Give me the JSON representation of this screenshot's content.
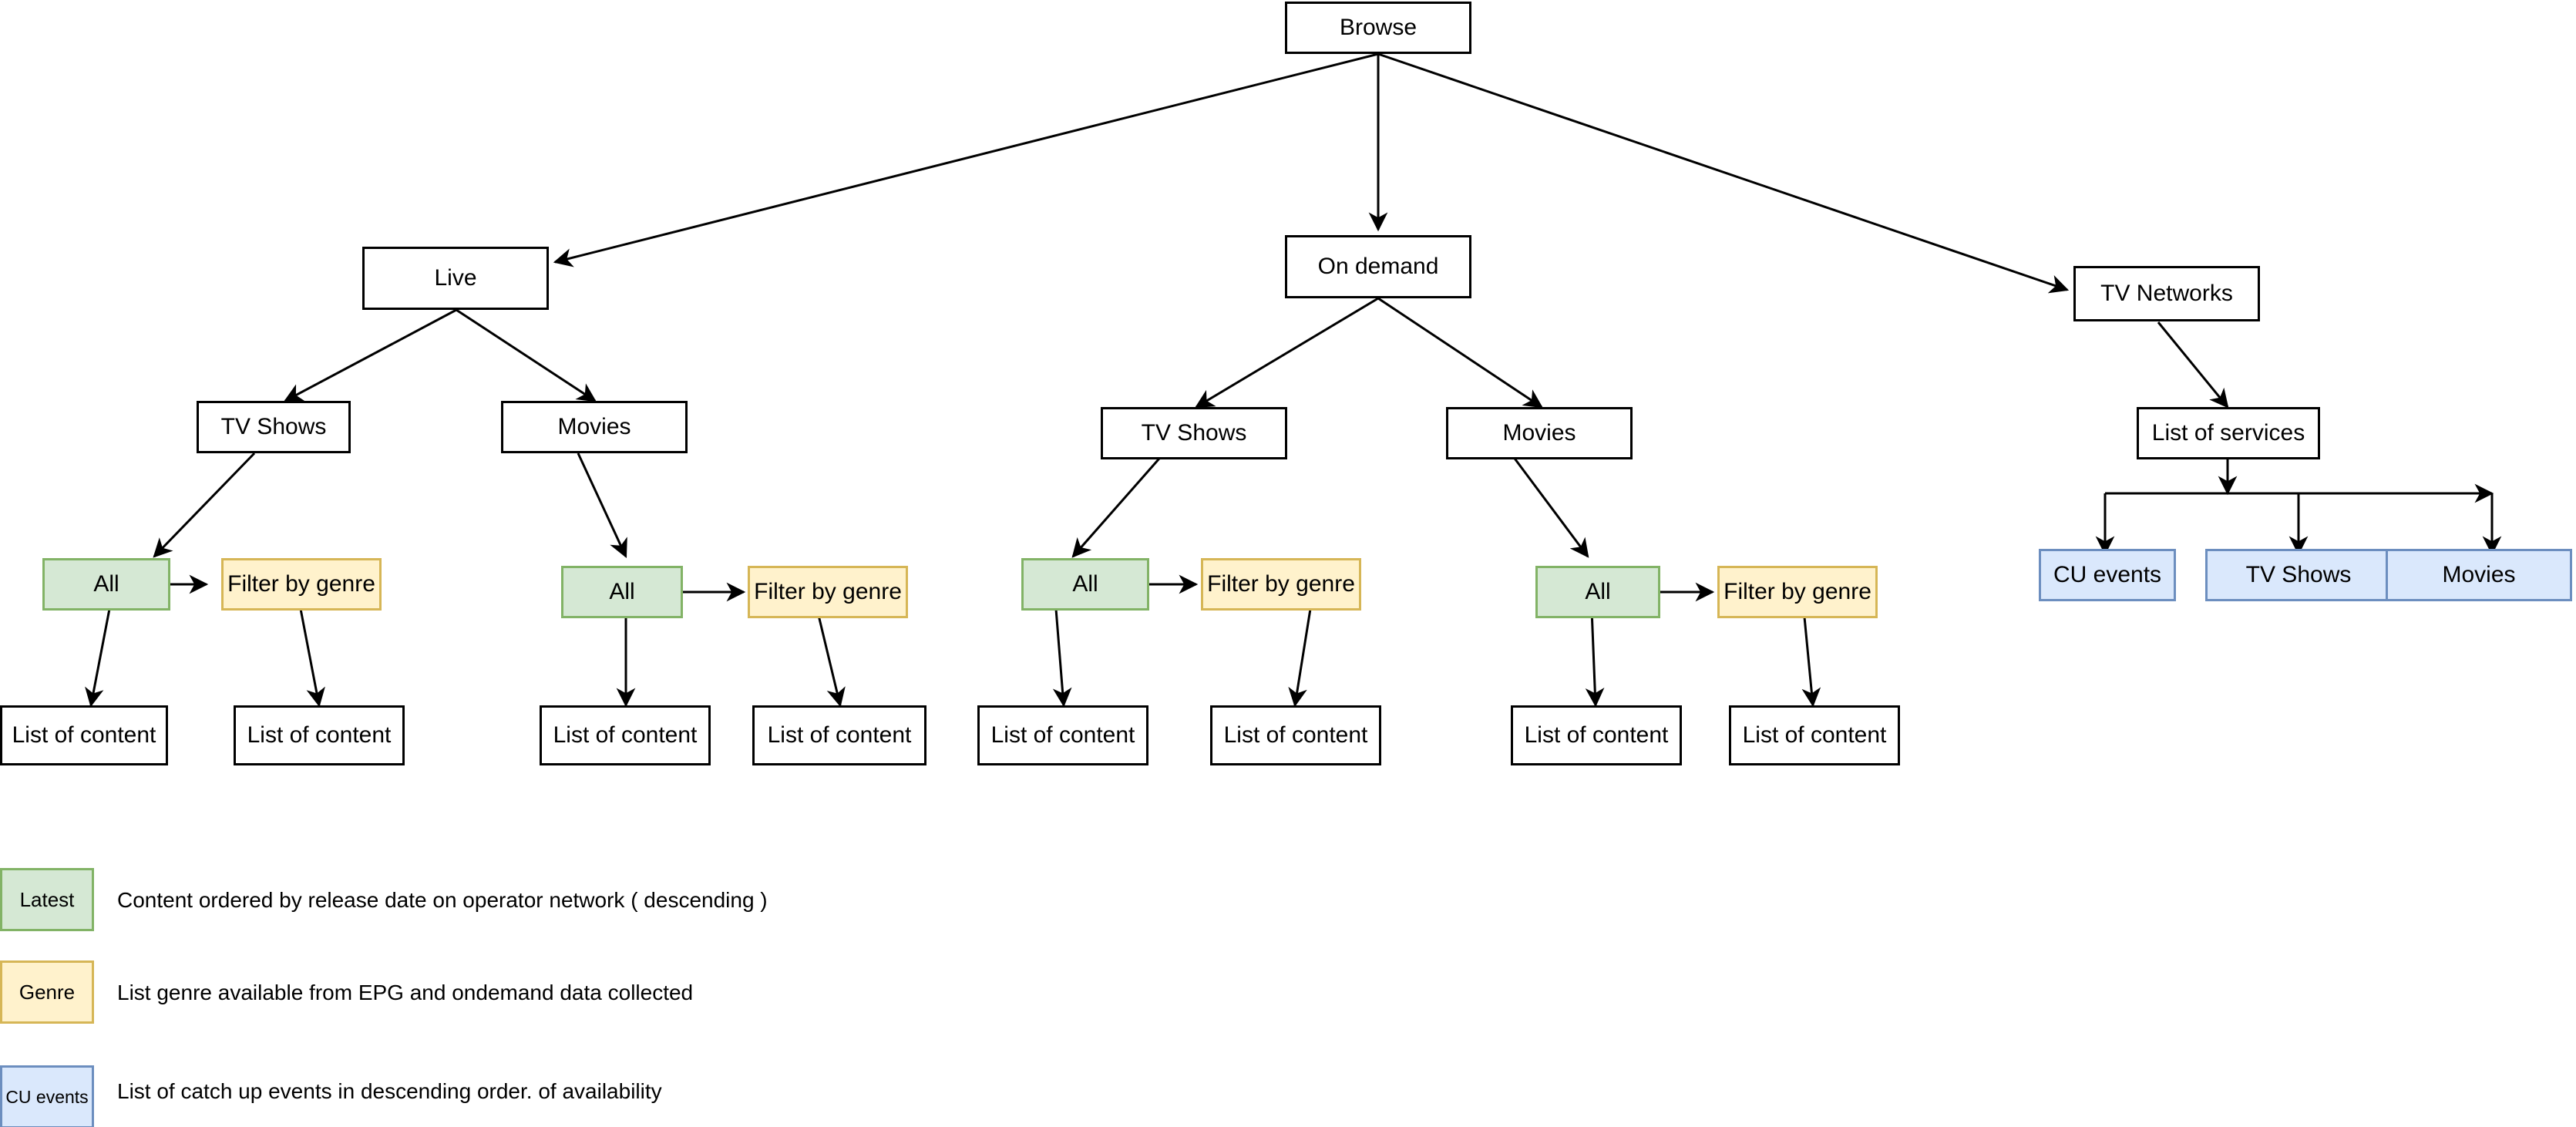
{
  "diagram": {
    "title": "Browse",
    "nodes": {
      "browse": "Browse",
      "live": "Live",
      "on_demand": "On demand",
      "tv_networks": "TV Networks",
      "live_tv_shows": "TV Shows",
      "live_movies": "Movies",
      "od_tv_shows": "TV Shows",
      "od_movies": "Movies",
      "list_of_services": "List of services",
      "all": "All",
      "filter_by_genre": "Filter by genre",
      "list_of_content": "List of content",
      "cu_events": "CU events",
      "net_tv_shows": "TV Shows",
      "net_movies": "Movies"
    },
    "groups": [
      {
        "parent": "Live",
        "children": [
          {
            "category": "TV Shows",
            "all": "All",
            "filter": "Filter by genre",
            "all_result": "List of content",
            "filter_result": "List of content"
          },
          {
            "category": "Movies",
            "all": "All",
            "filter": "Filter by genre",
            "all_result": "List of content",
            "filter_result": "List of content"
          }
        ]
      },
      {
        "parent": "On demand",
        "children": [
          {
            "category": "TV Shows",
            "all": "All",
            "filter": "Filter by genre",
            "all_result": "List of content",
            "filter_result": "List of content"
          },
          {
            "category": "Movies",
            "all": "All",
            "filter": "Filter by genre",
            "all_result": "List of content",
            "filter_result": "List of content"
          }
        ]
      },
      {
        "parent": "TV Networks",
        "children": [
          {
            "category": "List of services",
            "services": [
              "CU events",
              "TV Shows",
              "Movies"
            ]
          }
        ]
      }
    ]
  },
  "legend": [
    {
      "swatch_label": "Latest",
      "swatch_color": "#d5e8d4",
      "swatch_border": "#82b366",
      "description": "Content ordered by release date on operator network ( descending )"
    },
    {
      "swatch_label": "Genre",
      "swatch_color": "#fff2cc",
      "swatch_border": "#d6b656",
      "description": "List genre available from EPG and ondemand data collected"
    },
    {
      "swatch_label": "CU events",
      "swatch_color": "#dae8fc",
      "swatch_border": "#6c8ebf",
      "description": "List of catch up events in descending order. of availability"
    }
  ],
  "colors": {
    "edge": "#000000",
    "node_border": "#000000",
    "node_fill": "#ffffff",
    "green_fill": "#d5e8d4",
    "green_border": "#82b366",
    "yellow_fill": "#fff2cc",
    "yellow_border": "#d6b656",
    "blue_fill": "#dae8fc",
    "blue_border": "#6c8ebf"
  }
}
